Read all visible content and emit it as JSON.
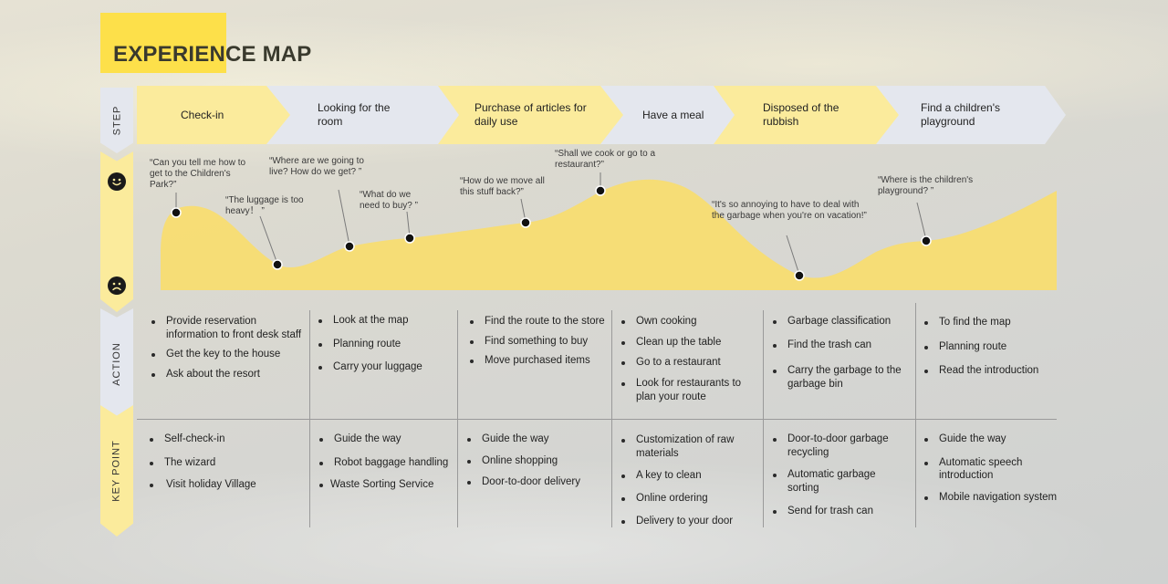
{
  "title": "EXPERIENCE MAP",
  "rows": {
    "step": "STEP",
    "action": "ACTION",
    "key_point": "KEY POINT"
  },
  "icons": {
    "happy": "happy-face-icon",
    "sad": "sad-face-icon"
  },
  "colors": {
    "accent_yellow": "#fde04a",
    "light_yellow": "#fbeb9c",
    "light_gray": "#e4e7ee",
    "curve_fill": "#f9dd6e"
  },
  "steps": [
    {
      "label": "Check-in"
    },
    {
      "label": "Looking for the room"
    },
    {
      "label": "Purchase of articles for daily use"
    },
    {
      "label": "Have a meal"
    },
    {
      "label": "Disposed of the rubbish"
    },
    {
      "label": "Find a children's playground"
    }
  ],
  "quotes": [
    "“Can you tell me how to get to the Children's Park?”",
    "“The luggage is too heavy！ ”",
    "“Where are we going to live? How do we get? ”",
    "“What do we need to buy? ”",
    "“How do we move all this stuff back?”",
    "“Shall we cook or go to a restaurant?”",
    "“It's so annoying to have to deal with the garbage when you're on vacation!”",
    "“Where is the children's playground? ”"
  ],
  "actions": [
    [
      "Provide reservation information to front desk staff",
      "Get the key to the house",
      "Ask about the resort"
    ],
    [
      "Look at the map",
      "Planning route",
      "Carry your luggage"
    ],
    [
      "Find the route to the store",
      "Find something to buy",
      "Move purchased items"
    ],
    [
      "Own cooking",
      "Clean up the table",
      "Go to a restaurant",
      "Look for restaurants to plan your route"
    ],
    [
      "Garbage classification",
      "Find the trash can",
      "Carry the garbage to the garbage bin"
    ],
    [
      "To find the map",
      "Planning route",
      "Read the introduction"
    ]
  ],
  "key_points": [
    [
      "Self-check-in",
      "The wizard",
      "Visit holiday Village"
    ],
    [
      "Guide the way",
      "Robot baggage handling",
      "Waste Sorting Service"
    ],
    [
      "Guide the way",
      "Online shopping",
      "Door-to-door delivery"
    ],
    [
      "Customization of raw materials",
      "A key to clean",
      "Online ordering",
      "Delivery to your door"
    ],
    [
      "Door-to-door garbage recycling",
      "Automatic garbage sorting",
      "Send for trash can"
    ],
    [
      "Guide the way",
      "Automatic speech introduction",
      "Mobile navigation system"
    ]
  ]
}
